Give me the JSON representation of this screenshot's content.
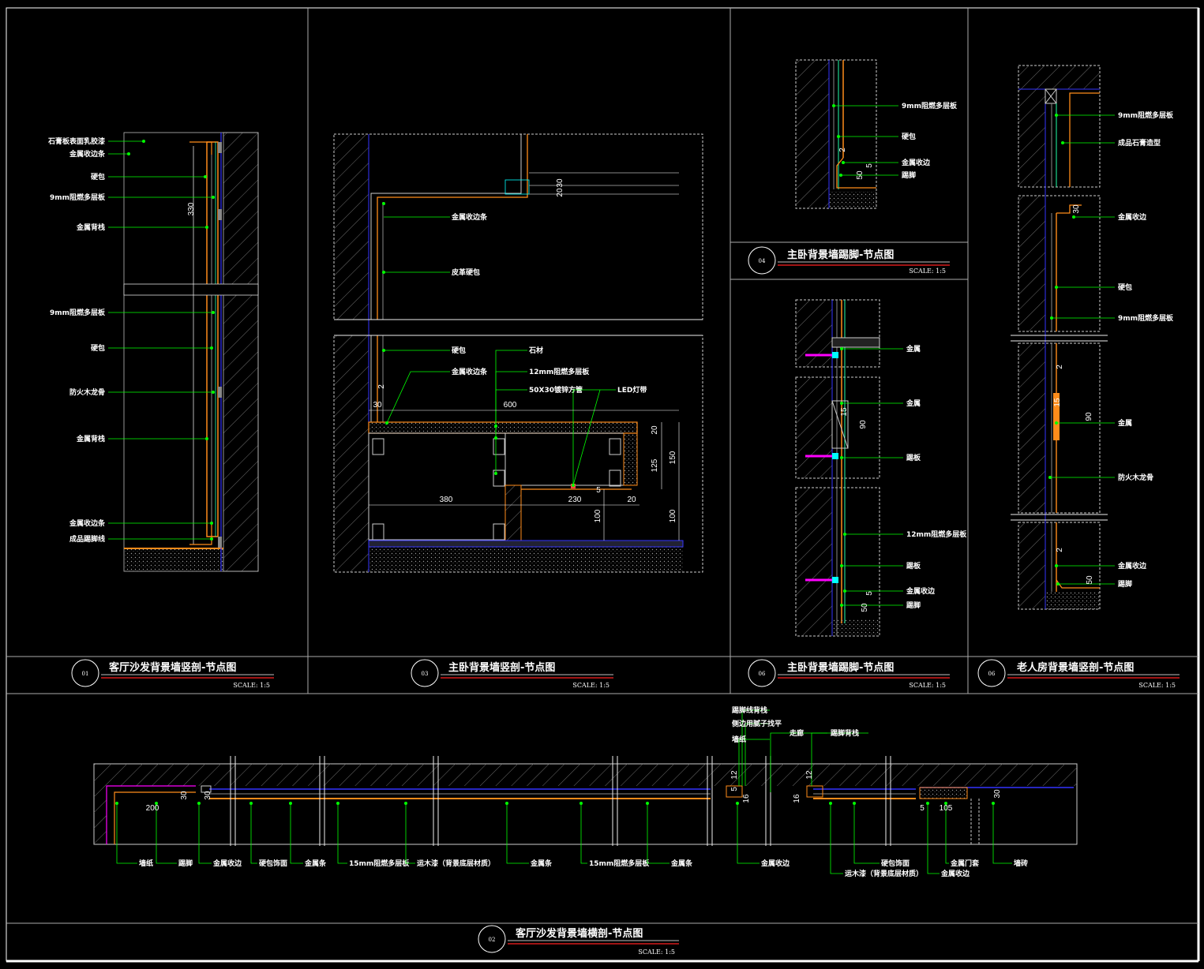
{
  "colors": {
    "background": "#000000",
    "frame": "#ffffff",
    "leader": "#00ff00",
    "wood": "#ff8c1a",
    "hatch": "#8a8a8a",
    "stud": "#3333ff",
    "title_rule": "#ff2020",
    "accent": "#ff00ff"
  },
  "scale_text": "SCALE:   1:5",
  "views": [
    {
      "num": "01",
      "title": "客厅沙发背景墙竖剖-节点图"
    },
    {
      "num": "03",
      "title": "主卧背景墙竖剖-节点图"
    },
    {
      "num": "04",
      "title": "主卧背景墙踢脚-节点图"
    },
    {
      "num": "06",
      "title": "主卧背景墙踢脚-节点图"
    },
    {
      "num": "06",
      "title": "老人房背景墙竖剖-节点图"
    },
    {
      "num": "02",
      "title": "客厅沙发背景墙横剖-节点图"
    }
  ],
  "v01": {
    "labels": [
      "石膏板表面乳胶漆",
      "金属收边条",
      "硬包",
      "9mm阻燃多层板",
      "金属背栈",
      "9mm阻燃多层板",
      "硬包",
      "防火木龙骨",
      "金属背栈",
      "金属收边条",
      "成品踢脚线"
    ],
    "dim": "330"
  },
  "v03": {
    "labels": [
      "金属收边条",
      "皮革硬包",
      "硬包",
      "金属收边条",
      "石材",
      "12mm阻燃多层板",
      "50X30镀锌方管",
      "LED灯带"
    ],
    "dims": [
      "30",
      "20",
      "2",
      "30",
      "600",
      "20",
      "125",
      "150",
      "380",
      "230",
      "5",
      "20",
      "100",
      "100"
    ]
  },
  "v04": {
    "labels": [
      "9mm阻燃多层板",
      "硬包",
      "金属收边",
      "踢脚"
    ],
    "dims": [
      "2",
      "50",
      "5"
    ]
  },
  "v06": {
    "labels": [
      "金属",
      "金属",
      "踢板",
      "12mm阻燃多层板",
      "踢板",
      "金属收边",
      "踢脚"
    ],
    "dims": [
      "15",
      "90",
      "5",
      "50"
    ]
  },
  "v06b": {
    "labels": [
      "9mm阻燃多层板",
      "成品石膏造型",
      "金属收边",
      "硬包",
      "9mm阻燃多层板",
      "金属",
      "防火木龙骨",
      "金属收边",
      "踢脚"
    ],
    "dims": [
      "30",
      "2",
      "15",
      "90",
      "2",
      "50"
    ]
  },
  "v02": {
    "top_labels": [
      "踢脚线背栈",
      "侧边用腻子找平",
      "墙纸",
      "走廊",
      "踢脚背栈"
    ],
    "bottom_labels": [
      "墙纸",
      "踢脚",
      "金属收边",
      "硬包饰面",
      "金属条",
      "15mm阻燃多层板",
      "运木漆（背景底层材质）",
      "金属条",
      "15mm阻燃多层板",
      "金属条",
      "金属收边",
      "硬包饰面",
      "运木漆（背景底层材质）",
      "金属收边",
      "金属门套",
      "墙砖"
    ],
    "dims": [
      "200",
      "30",
      "30",
      "16",
      "12",
      "5",
      "12",
      "16",
      "5",
      "105",
      "30"
    ]
  }
}
